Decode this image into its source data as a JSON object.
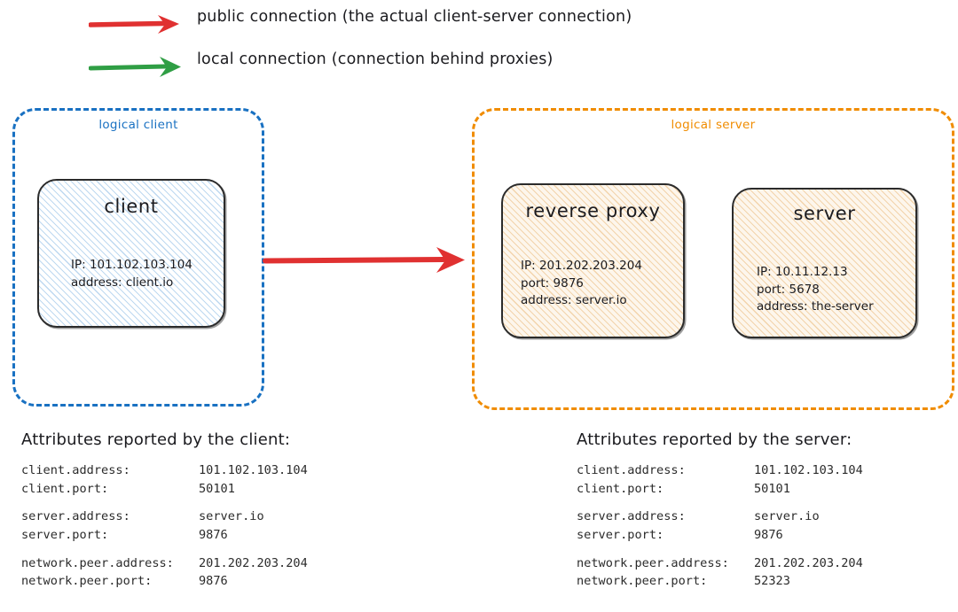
{
  "legend": {
    "items": [
      {
        "id": "public-connection",
        "arrow_icon": "red-arrow-icon",
        "color": "#e03131",
        "label": "public connection (the actual client-server connection)"
      },
      {
        "id": "local-connection",
        "arrow_icon": "green-arrow-icon",
        "color": "#2f9e44",
        "label": "local connection (connection behind proxies)"
      }
    ]
  },
  "diagram": {
    "public_arrow_color": "#e03131",
    "client_group": {
      "label": "logical client",
      "border_color": "#1971c2",
      "node": {
        "title": "client",
        "details": "IP: 101.102.103.104\naddress: client.io"
      }
    },
    "server_group": {
      "label": "logical server",
      "border_color": "#f08c00",
      "nodes": [
        {
          "title": "reverse proxy",
          "details": "IP: 201.202.203.204\nport: 9876\naddress: server.io"
        },
        {
          "title": "server",
          "details": "IP: 10.11.12.13\nport: 5678\naddress: the-server"
        }
      ]
    }
  },
  "attributes": {
    "client": {
      "heading": "Attributes reported by the client:",
      "rows": [
        {
          "key": "client.address:",
          "value": "101.102.103.104"
        },
        {
          "key": "client.port:",
          "value": "50101"
        },
        {
          "key": "server.address:",
          "value": "server.io"
        },
        {
          "key": "server.port:",
          "value": "9876"
        },
        {
          "key": "network.peer.address:",
          "value": "201.202.203.204"
        },
        {
          "key": "network.peer.port:",
          "value": "9876"
        }
      ]
    },
    "server": {
      "heading": "Attributes reported by the server:",
      "rows": [
        {
          "key": "client.address:",
          "value": "101.102.103.104"
        },
        {
          "key": "client.port:",
          "value": "50101"
        },
        {
          "key": "server.address:",
          "value": "server.io"
        },
        {
          "key": "server.port:",
          "value": "9876"
        },
        {
          "key": "network.peer.address:",
          "value": "201.202.203.204"
        },
        {
          "key": "network.peer.port:",
          "value": "52323"
        }
      ]
    }
  }
}
